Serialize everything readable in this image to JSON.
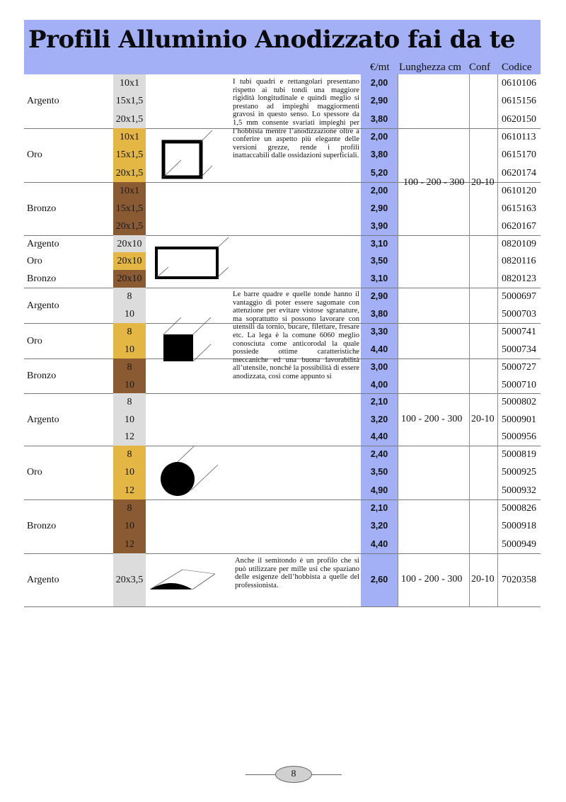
{
  "title": "Profili Alluminio Anodizzato fai da te",
  "columns": {
    "price": "€/mt",
    "length": "Lunghezza cm",
    "conf": "Conf",
    "code": "Codice"
  },
  "colors": {
    "header_bg": "#a3b0f5",
    "argento": "#dcdcdc",
    "oro": "#e4b745",
    "bronzo": "#8a5a33"
  },
  "groups": [
    {
      "label": "Argento",
      "finish": "argento",
      "rows": [
        {
          "size": "10x1",
          "price": "2,00",
          "code": "0610106"
        },
        {
          "size": "15x1,5",
          "price": "2,90",
          "code": "0615156"
        },
        {
          "size": "20x1,5",
          "price": "3,80",
          "code": "0620150"
        }
      ]
    },
    {
      "label": "Oro",
      "finish": "oro",
      "rows": [
        {
          "size": "10x1",
          "price": "2,00",
          "code": "0610113"
        },
        {
          "size": "15x1,5",
          "price": "3,80",
          "code": "0615170"
        },
        {
          "size": "20x1,5",
          "price": "5,20",
          "code": "0620174"
        }
      ]
    },
    {
      "label": "Bronzo",
      "finish": "bronzo",
      "rows": [
        {
          "size": "10x1",
          "price": "2,00",
          "code": "0610120"
        },
        {
          "size": "15x1,5",
          "price": "2,90",
          "code": "0615163"
        },
        {
          "size": "20x1,5",
          "price": "3,90",
          "code": "0620167"
        }
      ]
    },
    {
      "label": "Argento",
      "finish": "argento",
      "rows": [
        {
          "size": "20x10",
          "price": "3,10",
          "code": "0820109"
        }
      ]
    },
    {
      "label": "Oro",
      "finish": "oro",
      "rows": [
        {
          "size": "20x10",
          "price": "3,50",
          "code": "0820116"
        }
      ]
    },
    {
      "label": "Bronzo",
      "finish": "bronzo",
      "rows": [
        {
          "size": "20x10",
          "price": "3,10",
          "code": "0820123"
        }
      ]
    },
    {
      "label": "Argento",
      "finish": "argento",
      "rows": [
        {
          "size": "8",
          "price": "2,90",
          "code": "5000697"
        },
        {
          "size": "10",
          "price": "3,80",
          "code": "5000703"
        }
      ]
    },
    {
      "label": "Oro",
      "finish": "oro",
      "rows": [
        {
          "size": "8",
          "price": "3,30",
          "code": "5000741"
        },
        {
          "size": "10",
          "price": "4,40",
          "code": "5000734"
        }
      ]
    },
    {
      "label": "Bronzo",
      "finish": "bronzo",
      "rows": [
        {
          "size": "8",
          "price": "3,00",
          "code": "5000727"
        },
        {
          "size": "10",
          "price": "4,00",
          "code": "5000710"
        }
      ]
    },
    {
      "label": "Argento",
      "finish": "argento",
      "rows": [
        {
          "size": "8",
          "price": "2,10",
          "code": "5000802"
        },
        {
          "size": "10",
          "price": "3,20",
          "code": "5000901"
        },
        {
          "size": "12",
          "price": "4,40",
          "code": "5000956"
        }
      ]
    },
    {
      "label": "Oro",
      "finish": "oro",
      "rows": [
        {
          "size": "8",
          "price": "2,40",
          "code": "5000819"
        },
        {
          "size": "10",
          "price": "3,50",
          "code": "5000925"
        },
        {
          "size": "12",
          "price": "4,90",
          "code": "5000932"
        }
      ]
    },
    {
      "label": "Bronzo",
      "finish": "bronzo",
      "rows": [
        {
          "size": "8",
          "price": "2,10",
          "code": "5000826"
        },
        {
          "size": "10",
          "price": "3,20",
          "code": "5000918"
        },
        {
          "size": "12",
          "price": "4,40",
          "code": "5000949"
        }
      ]
    },
    {
      "label": "Argento",
      "finish": "argento",
      "rows": [
        {
          "size": "20x3,5",
          "price": "2,60",
          "code": "7020358"
        }
      ]
    }
  ],
  "sections": [
    {
      "length": "100 - 200 - 300",
      "conf": "20-10",
      "description": "I tubi quadri e rettangolari presentano rispetto ai tubi tondi una maggiore rigidità longitudinale e quindi meglio si prestano ad impieghi maggiormenti gravosi in questo senso. Lo spessore da 1,5 mm consente svariati impieghi per l’hobbista mentre l’anodizzazione oltre a conferire un aspetto più elegante delle versioni grezze, rende i profili inattaccabili dalle ossidazioni superficiali."
    },
    {
      "length": "100 - 200 - 300",
      "conf": "20-10",
      "description": "Le barre quadre e quelle tonde hanno il vantaggio di poter essere sagomate con attenzione per evitare vistose sgranature, ma soprattutto si possono lavorare con utensili da tornio, bucare, filettare, fresare etc. La lega è la comune 6060 meglio conosciuta come anticorodal la quale possiede ottime caratteristiche meccaniche ed una buona lavorabilità all’utensile, nonché la possibilità di essere anodizzata, così come appunto si"
    },
    {
      "length": "100 - 200 - 300",
      "conf": "20-10",
      "description": "Anche il semitondo è un profilo che si può utilizzare per mille usi che spaziano delle esigenze dell’hobbista a quelle del professionista."
    }
  ],
  "page_number": "8"
}
